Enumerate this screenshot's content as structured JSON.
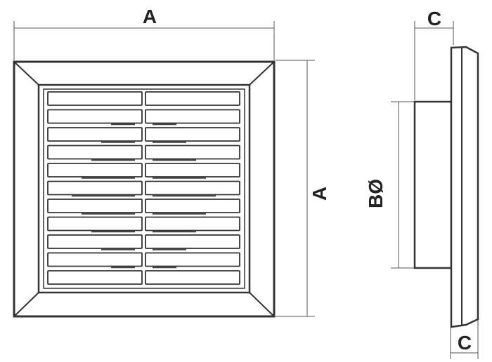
{
  "dimensions": {
    "front_width": "A",
    "front_height": "A",
    "rear_duct_diameter": "BØ",
    "frame_depth_top": "C",
    "frame_depth_bottom": "C"
  },
  "louvers": {
    "rows": 11
  }
}
